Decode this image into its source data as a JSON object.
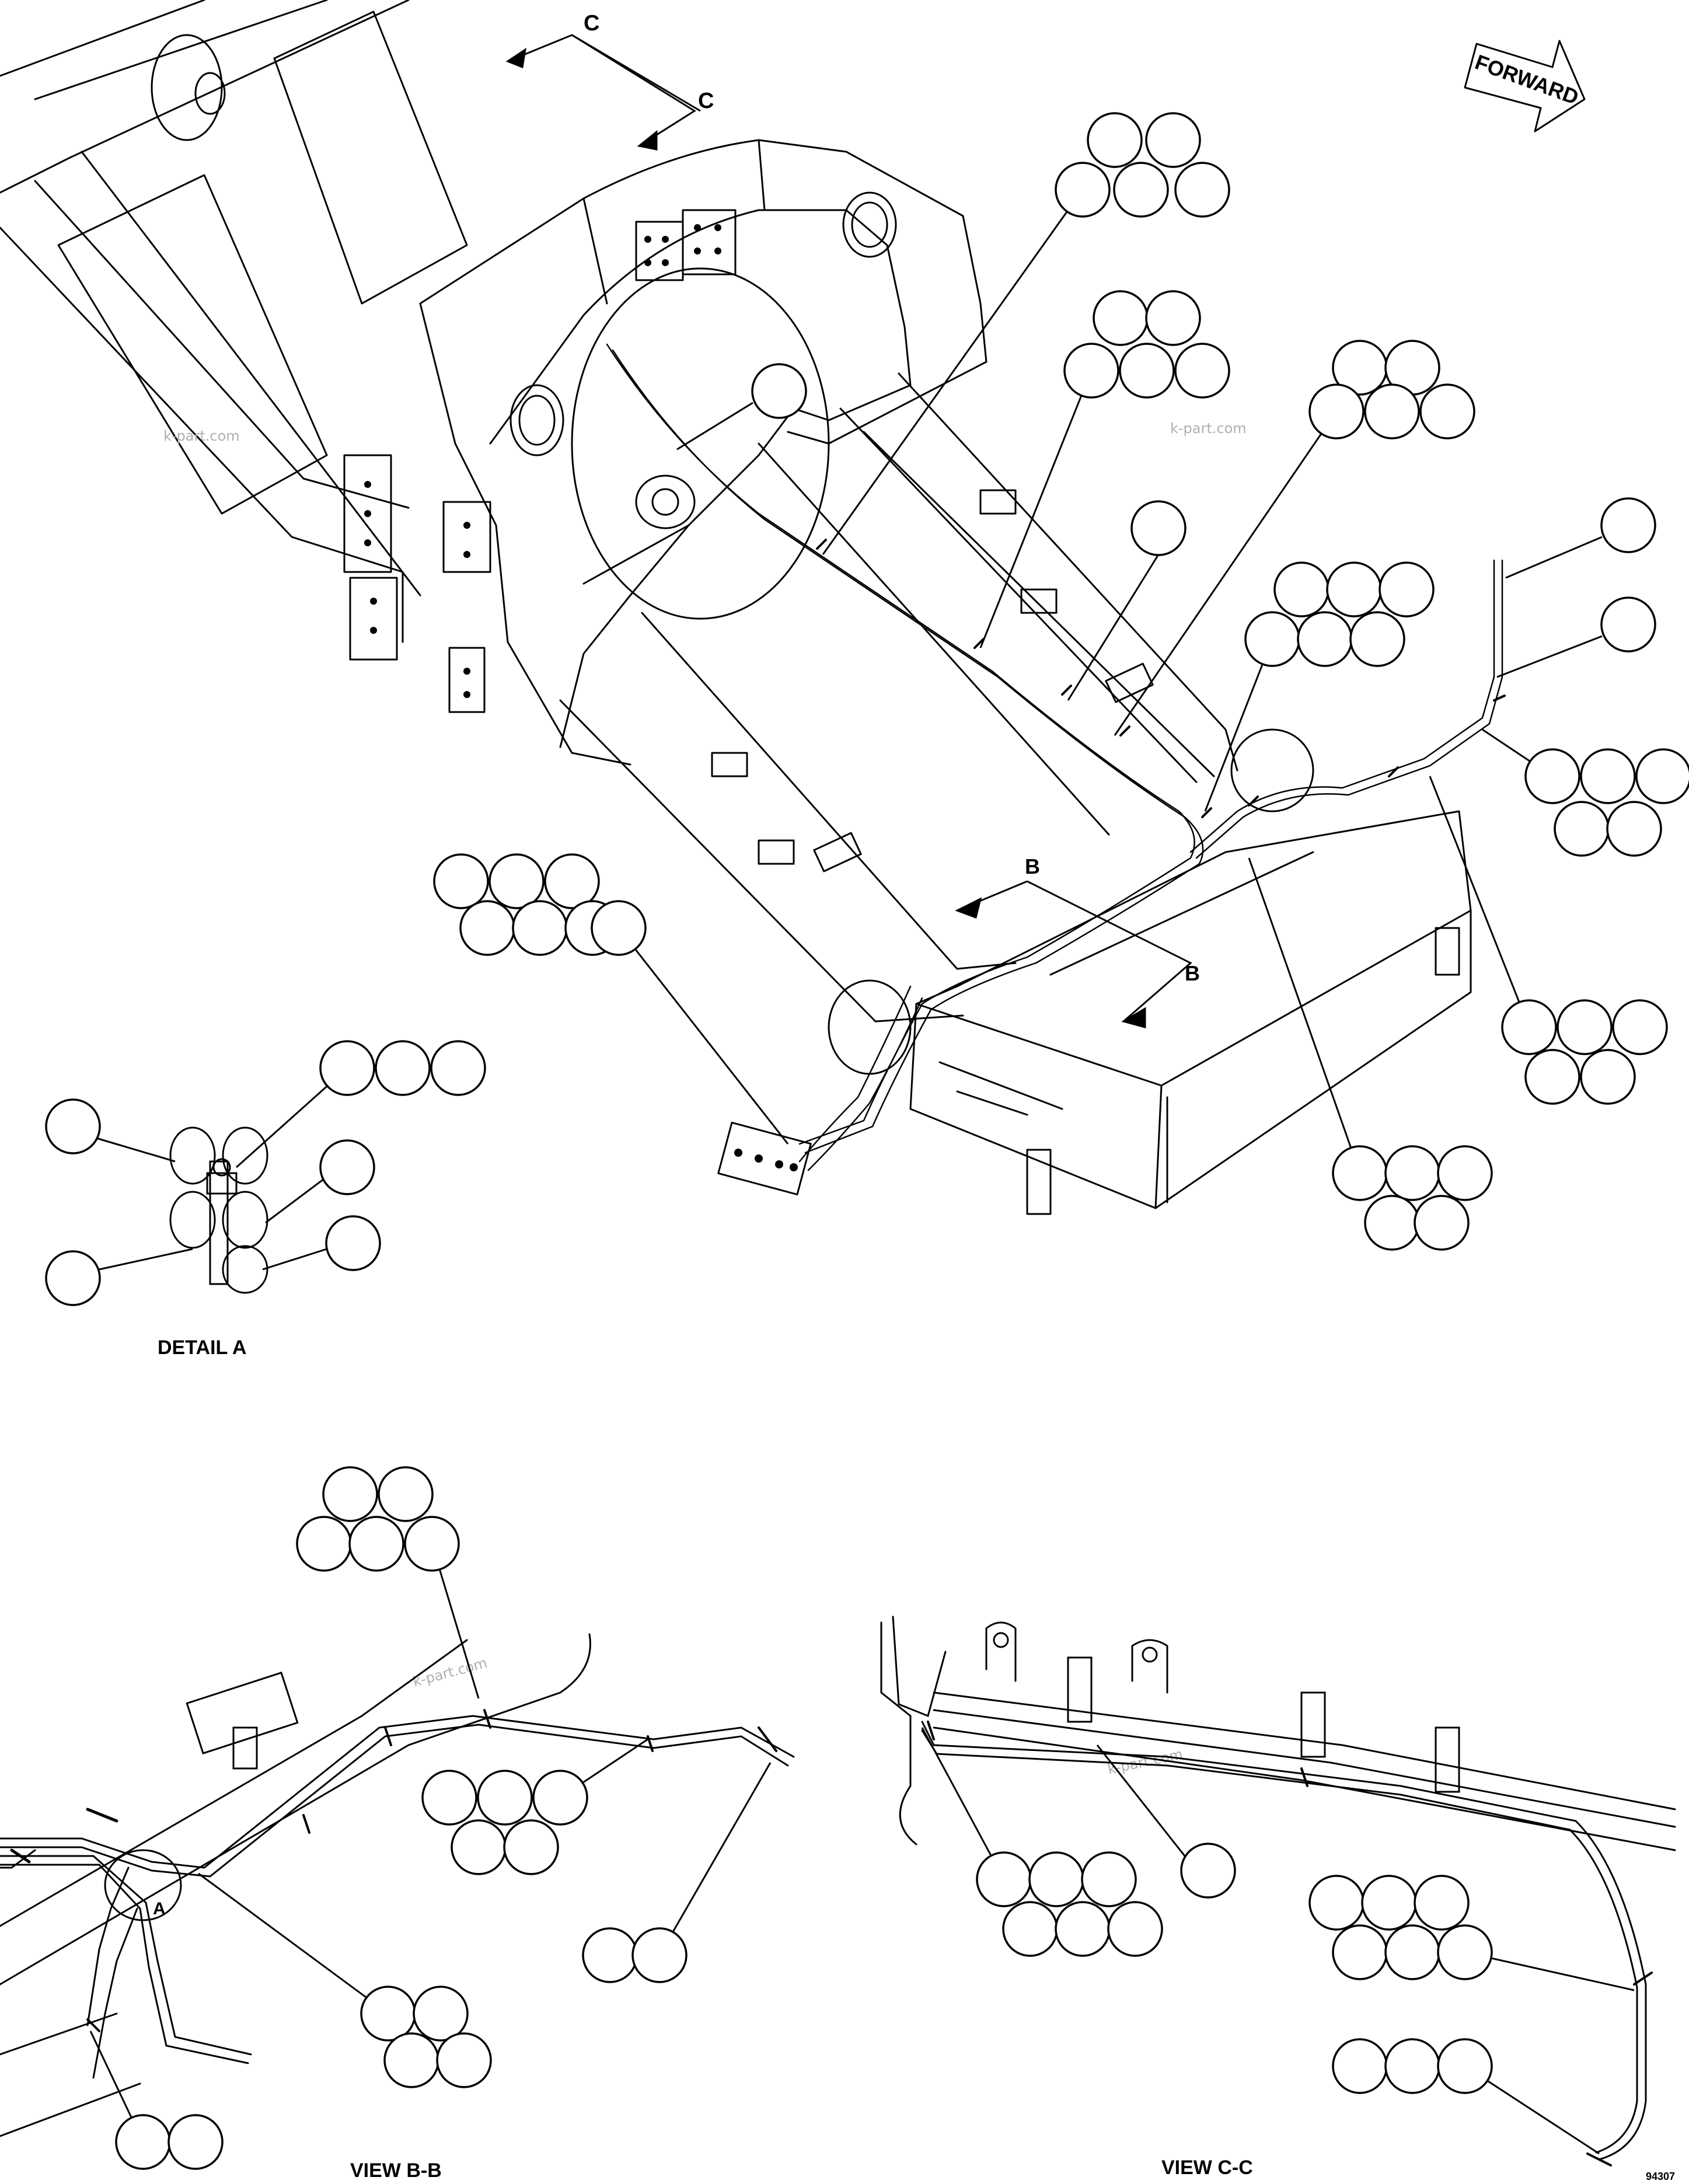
{
  "forward_label": "FORWARD",
  "section_c_letter": "C",
  "section_b_letter": "B",
  "detail_a_letter": "A",
  "detail_a_caption": "DETAIL A",
  "view_bb_caption": "VIEW B-B",
  "view_cc_caption": "VIEW C-C",
  "watermark": "k-part.com",
  "drawing_number": "94307",
  "balloon_groups": [
    {
      "id": "g1",
      "balloons": 5
    },
    {
      "id": "g2",
      "balloons": 6
    },
    {
      "id": "g3",
      "balloons": 1
    },
    {
      "id": "g4",
      "balloons": 5
    },
    {
      "id": "g5",
      "balloons": 1
    },
    {
      "id": "g6",
      "balloons": 7
    },
    {
      "id": "g7",
      "balloons": 1
    },
    {
      "id": "g8",
      "balloons": 1
    },
    {
      "id": "g9",
      "balloons": 5
    },
    {
      "id": "g10",
      "balloons": 7
    },
    {
      "id": "g11",
      "balloons": 6
    },
    {
      "id": "g12",
      "balloons": 5
    },
    {
      "id": "g13",
      "balloons": 3
    },
    {
      "id": "g14",
      "balloons": 1
    },
    {
      "id": "g15",
      "balloons": 1
    },
    {
      "id": "g16",
      "balloons": 1
    },
    {
      "id": "g17",
      "balloons": 1
    },
    {
      "id": "g18",
      "balloons": 5
    },
    {
      "id": "g19",
      "balloons": 6
    },
    {
      "id": "g20",
      "balloons": 5
    },
    {
      "id": "g21",
      "balloons": 2
    },
    {
      "id": "g22",
      "balloons": 2
    },
    {
      "id": "g23",
      "balloons": 6
    },
    {
      "id": "g24",
      "balloons": 1
    },
    {
      "id": "g25",
      "balloons": 6
    },
    {
      "id": "g26",
      "balloons": 3
    }
  ]
}
